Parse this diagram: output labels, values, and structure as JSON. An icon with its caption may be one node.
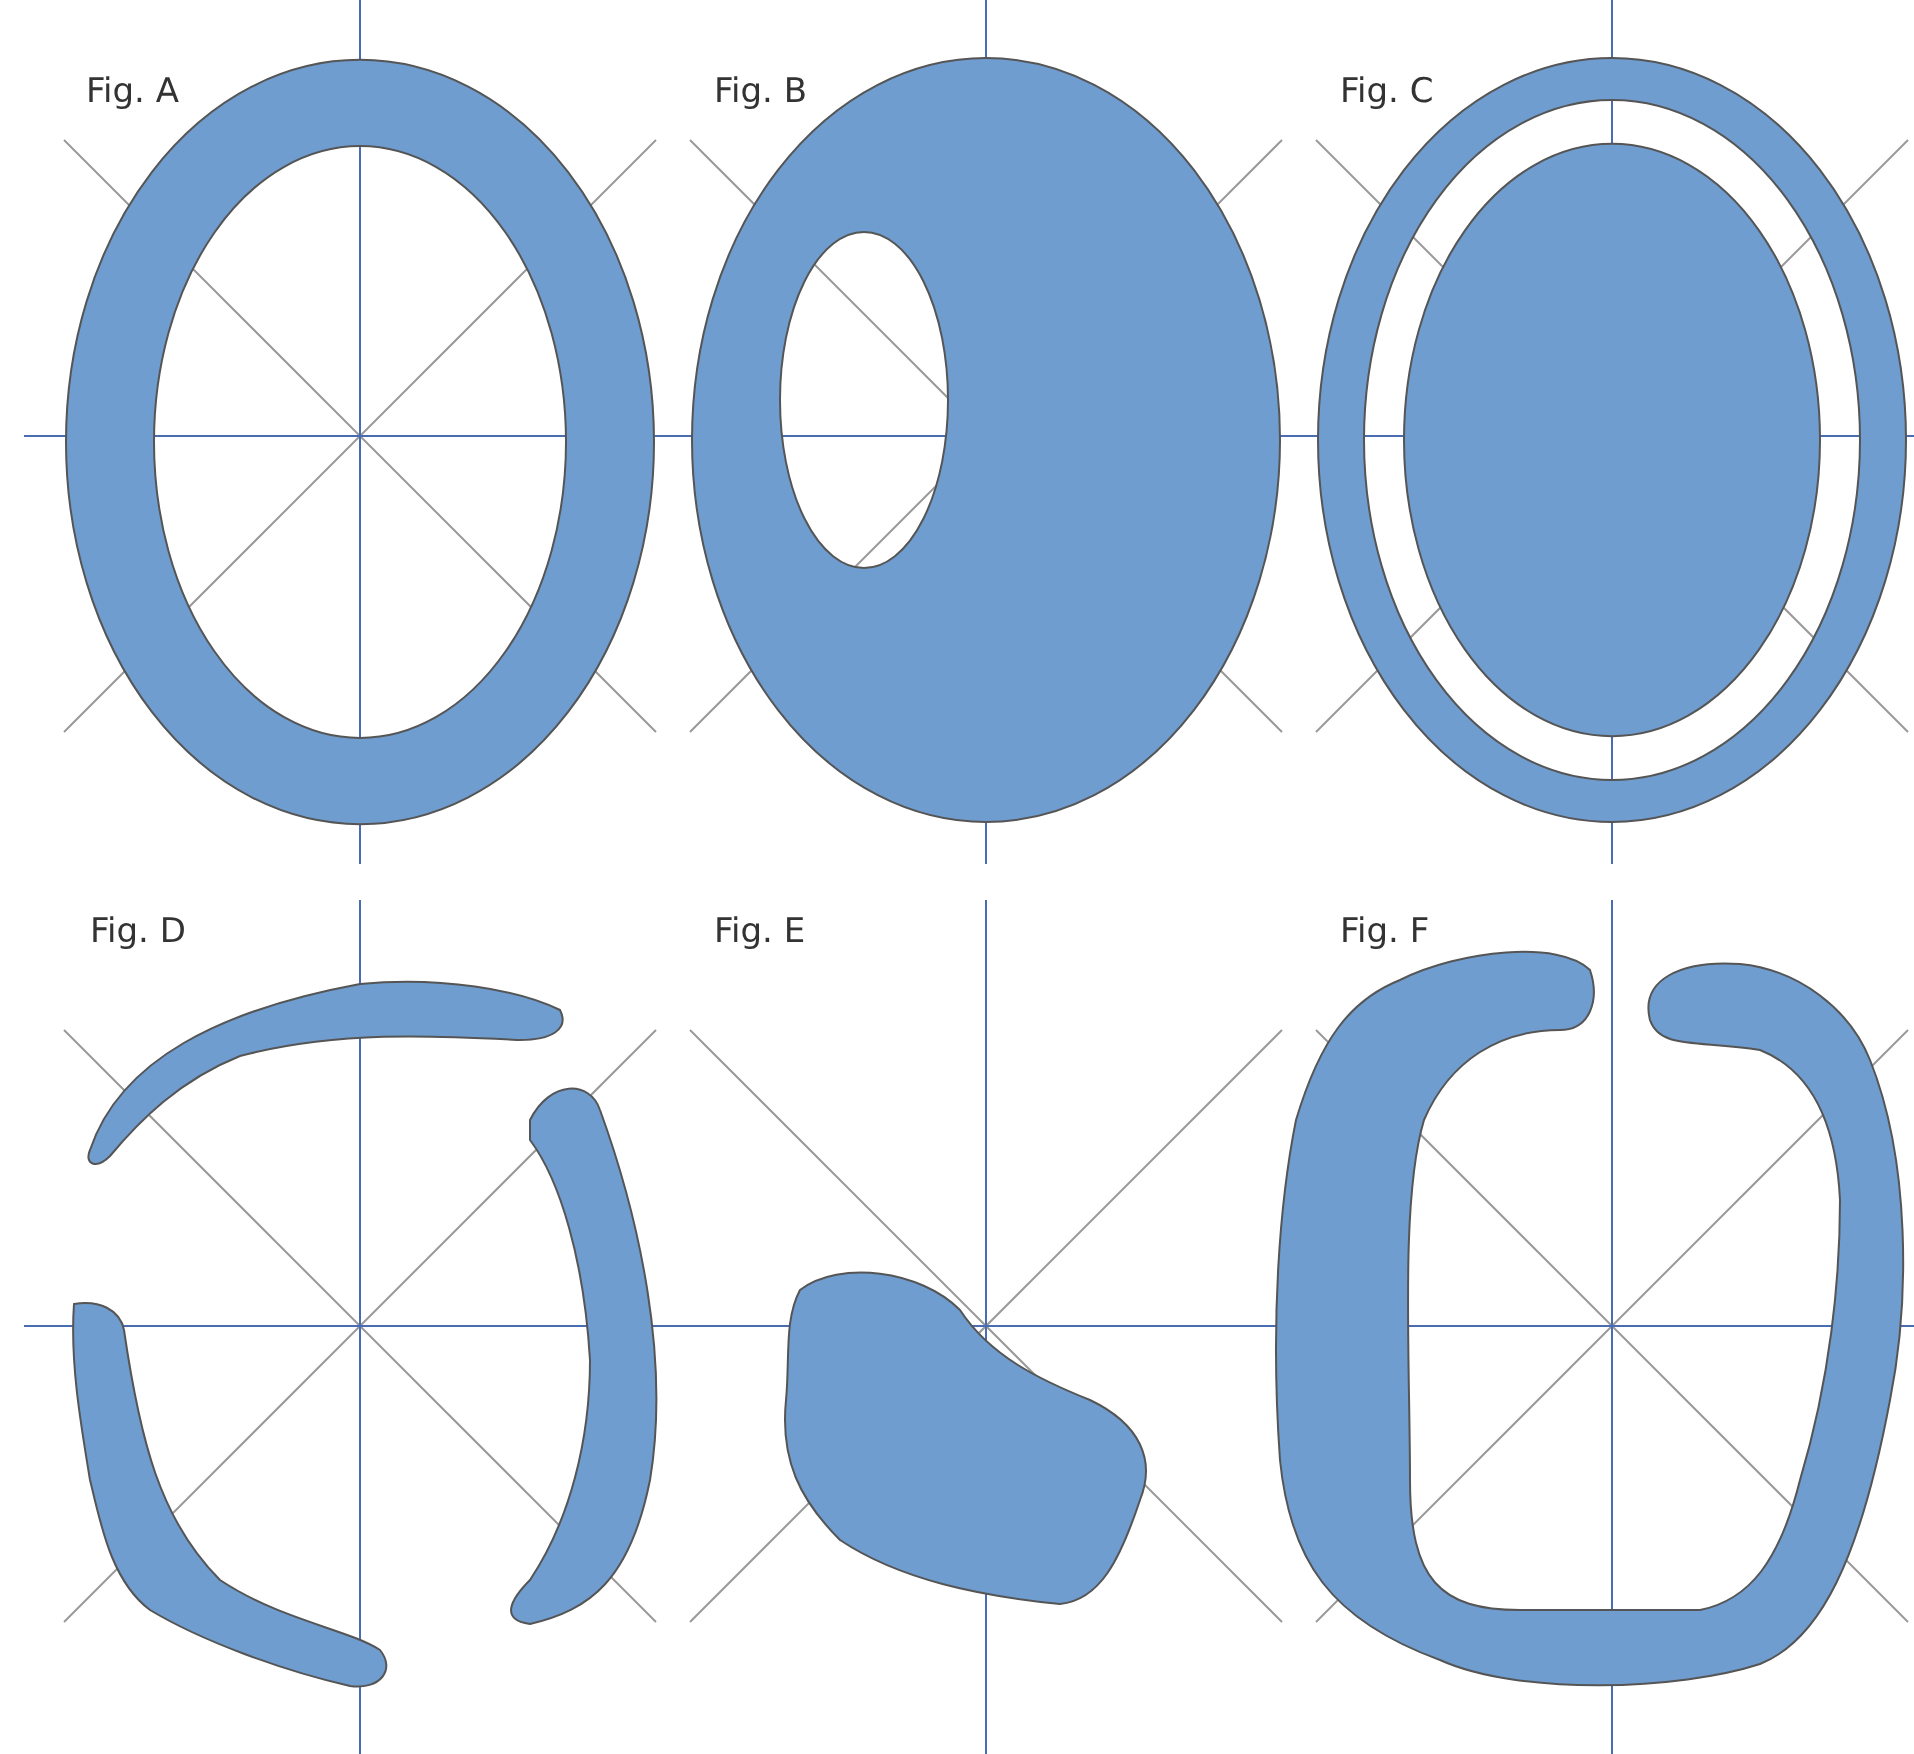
{
  "diagram": {
    "labels": [
      "Fig. A",
      "Fig. B",
      "Fig. C",
      "Fig. D",
      "Fig. E",
      "Fig. F"
    ]
  }
}
